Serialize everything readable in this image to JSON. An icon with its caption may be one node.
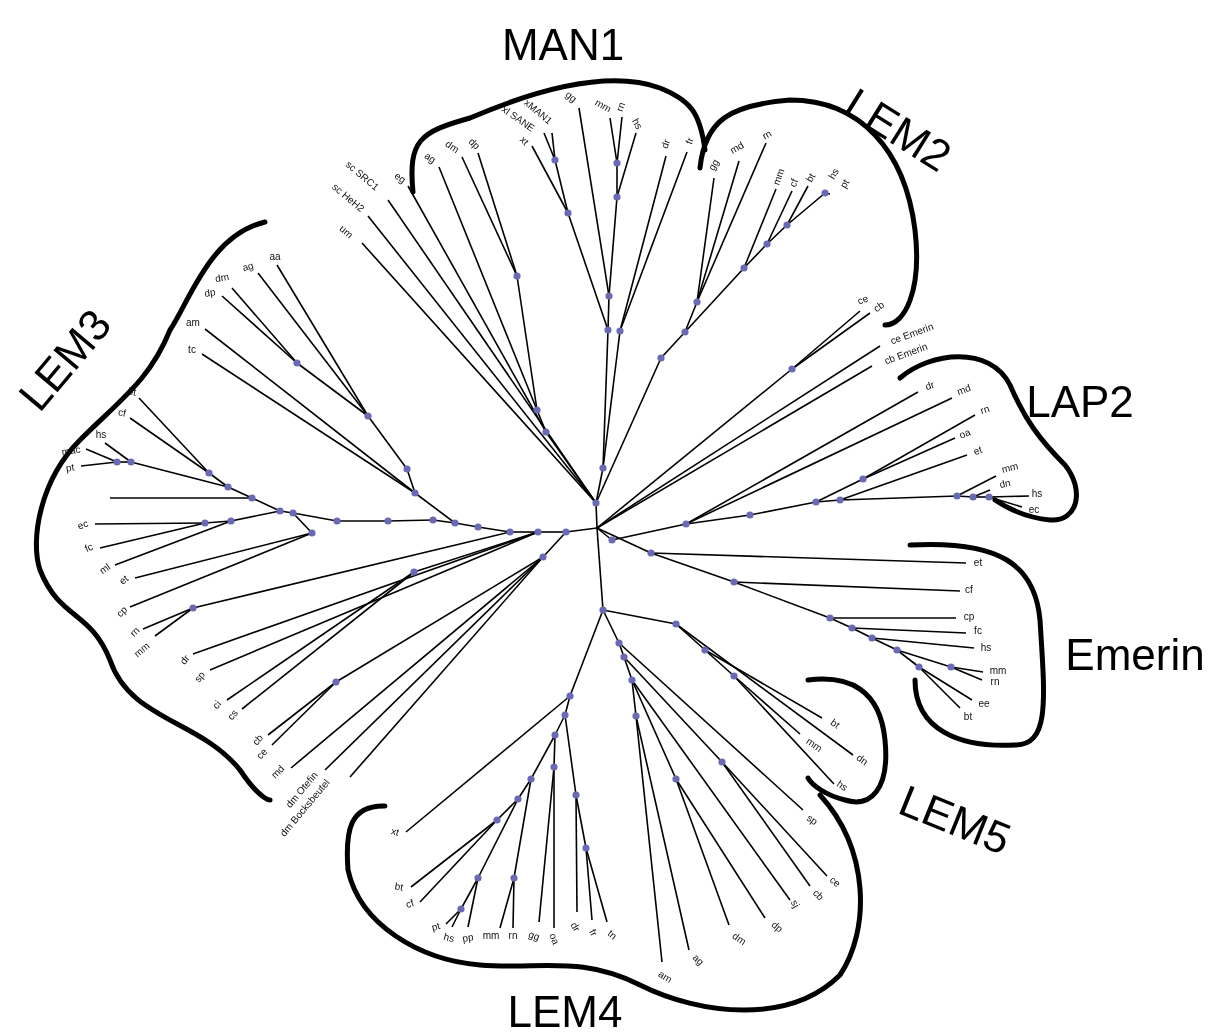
{
  "diagram": {
    "labels": [
      "MAN1",
      "eg",
      "ag",
      "dm",
      "dp",
      "xt",
      "xl SANE",
      "xMAN1",
      "gg",
      "mm",
      "rn",
      "hs",
      "dr",
      "fr",
      "sc SRC1",
      "sc HeH2",
      "um",
      "LEM2",
      "gg",
      "md",
      "rn",
      "mm",
      "cf",
      "bt",
      "hs",
      "pt",
      "LEM3",
      "aa",
      "ag",
      "dm",
      "dp",
      "am",
      "tc",
      "bt",
      "cf",
      "hs",
      "mac",
      "pt",
      "ec",
      "fc",
      "ml",
      "et",
      "cp",
      "rn",
      "mm",
      "dr",
      "sp",
      "ci",
      "cs",
      "cb",
      "ce",
      "md",
      "dm Otefin",
      "dm Bocksbeutel",
      "ce",
      "cb",
      "ce Emerin",
      "cb Emerin",
      "LAP2",
      "dr",
      "md",
      "rn",
      "oa",
      "et",
      "mm",
      "dn",
      "hs",
      "ec",
      "Emerin",
      "et",
      "cf",
      "cp",
      "fc",
      "hs",
      "mm",
      "rn",
      "ee",
      "bt",
      "LEM5",
      "bt",
      "mm",
      "dn",
      "hs",
      "LEM4",
      "xt",
      "sp",
      "bt",
      "cf",
      "ce",
      "cb",
      "sj",
      "pt",
      "hs",
      "pp",
      "mm",
      "rn",
      "gg",
      "oa",
      "dr",
      "fr",
      "tn",
      "dp",
      "dm",
      "ag",
      "am"
    ]
  }
}
